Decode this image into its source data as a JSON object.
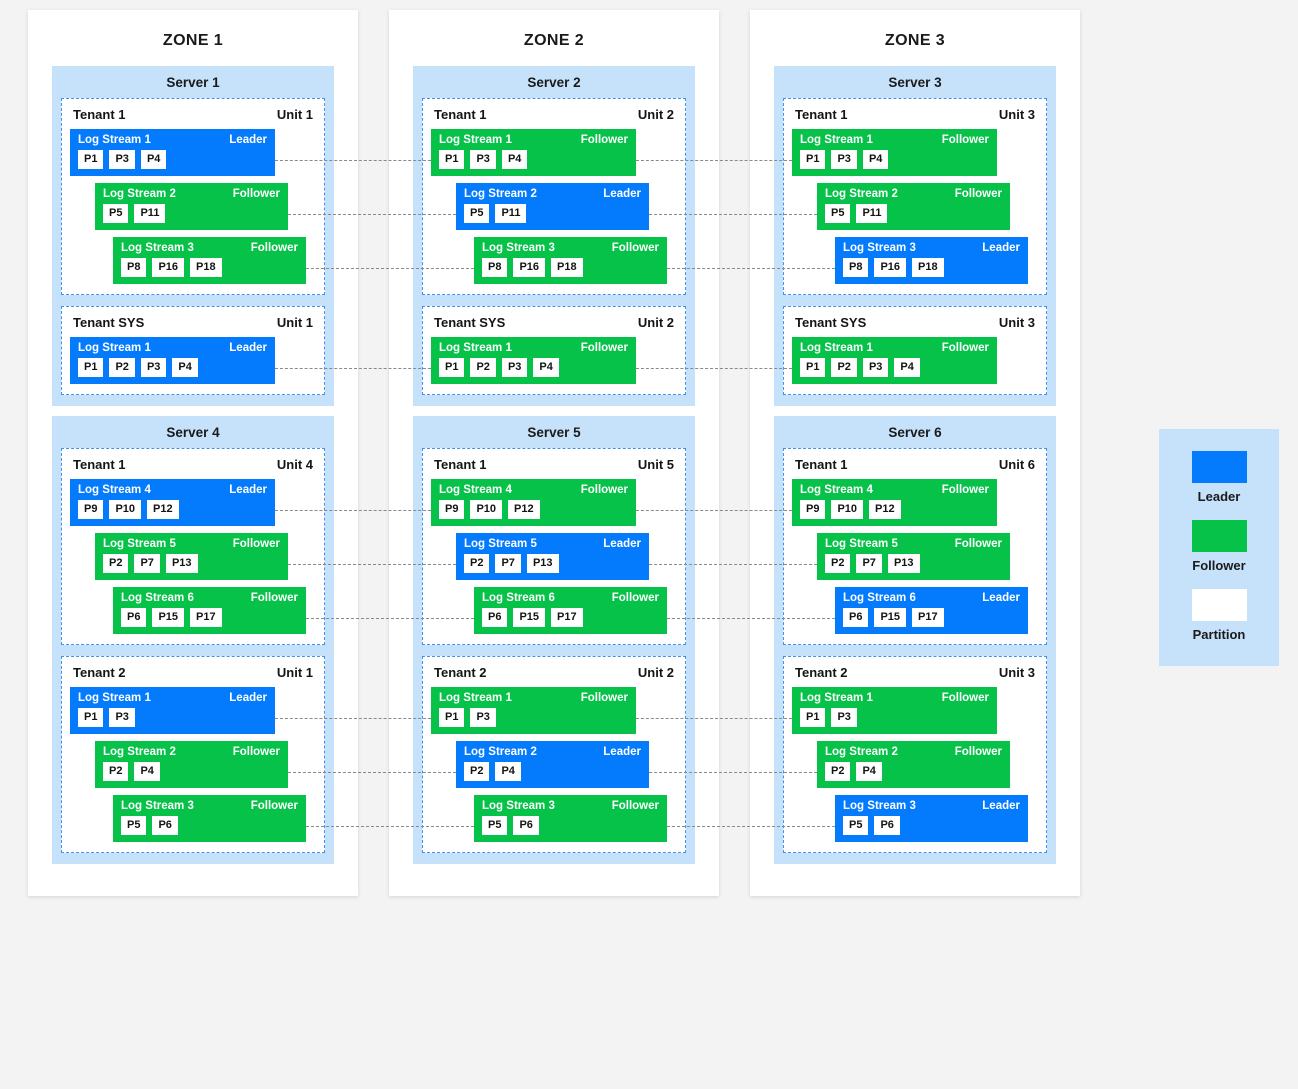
{
  "colors": {
    "leader": "#047bfc",
    "follower": "#07c249",
    "partition": "#ffffff",
    "server_panel": "#c6e2fb",
    "tenant_border": "#3f92f0",
    "link": "#8a8a8a",
    "page_bg": "#f3f3f3"
  },
  "legend": {
    "items": [
      {
        "label": "Leader",
        "swatch": "leader-swatch"
      },
      {
        "label": "Follower",
        "swatch": "follower-swatch"
      },
      {
        "label": "Partition",
        "swatch": "partition-swatch"
      }
    ]
  },
  "zones": [
    {
      "title": "ZONE 1",
      "servers": [
        {
          "title": "Server 1",
          "tenants": [
            {
              "name": "Tenant 1",
              "unit": "Unit 1",
              "streams": [
                {
                  "name": "Log Stream 1",
                  "role": "Leader",
                  "partitions": [
                    "P1",
                    "P3",
                    "P4"
                  ]
                },
                {
                  "name": "Log Stream 2",
                  "role": "Follower",
                  "partitions": [
                    "P5",
                    "P11"
                  ]
                },
                {
                  "name": "Log Stream 3",
                  "role": "Follower",
                  "partitions": [
                    "P8",
                    "P16",
                    "P18"
                  ]
                }
              ]
            },
            {
              "name": "Tenant SYS",
              "unit": "Unit 1",
              "streams": [
                {
                  "name": "Log Stream 1",
                  "role": "Leader",
                  "partitions": [
                    "P1",
                    "P2",
                    "P3",
                    "P4"
                  ]
                }
              ]
            }
          ]
        },
        {
          "title": "Server 4",
          "tenants": [
            {
              "name": "Tenant 1",
              "unit": "Unit 4",
              "streams": [
                {
                  "name": "Log Stream 4",
                  "role": "Leader",
                  "partitions": [
                    "P9",
                    "P10",
                    "P12"
                  ]
                },
                {
                  "name": "Log Stream 5",
                  "role": "Follower",
                  "partitions": [
                    "P2",
                    "P7",
                    "P13"
                  ]
                },
                {
                  "name": "Log Stream 6",
                  "role": "Follower",
                  "partitions": [
                    "P6",
                    "P15",
                    "P17"
                  ]
                }
              ]
            },
            {
              "name": "Tenant 2",
              "unit": "Unit 1",
              "streams": [
                {
                  "name": "Log Stream 1",
                  "role": "Leader",
                  "partitions": [
                    "P1",
                    "P3"
                  ]
                },
                {
                  "name": "Log Stream 2",
                  "role": "Follower",
                  "partitions": [
                    "P2",
                    "P4"
                  ]
                },
                {
                  "name": "Log Stream 3",
                  "role": "Follower",
                  "partitions": [
                    "P5",
                    "P6"
                  ]
                }
              ]
            }
          ]
        }
      ]
    },
    {
      "title": "ZONE 2",
      "servers": [
        {
          "title": "Server 2",
          "tenants": [
            {
              "name": "Tenant 1",
              "unit": "Unit 2",
              "streams": [
                {
                  "name": "Log Stream 1",
                  "role": "Follower",
                  "partitions": [
                    "P1",
                    "P3",
                    "P4"
                  ]
                },
                {
                  "name": "Log Stream 2",
                  "role": "Leader",
                  "partitions": [
                    "P5",
                    "P11"
                  ]
                },
                {
                  "name": "Log Stream 3",
                  "role": "Follower",
                  "partitions": [
                    "P8",
                    "P16",
                    "P18"
                  ]
                }
              ]
            },
            {
              "name": "Tenant SYS",
              "unit": "Unit 2",
              "streams": [
                {
                  "name": "Log Stream 1",
                  "role": "Follower",
                  "partitions": [
                    "P1",
                    "P2",
                    "P3",
                    "P4"
                  ]
                }
              ]
            }
          ]
        },
        {
          "title": "Server 5",
          "tenants": [
            {
              "name": "Tenant 1",
              "unit": "Unit 5",
              "streams": [
                {
                  "name": "Log Stream 4",
                  "role": "Follower",
                  "partitions": [
                    "P9",
                    "P10",
                    "P12"
                  ]
                },
                {
                  "name": "Log Stream 5",
                  "role": "Leader",
                  "partitions": [
                    "P2",
                    "P7",
                    "P13"
                  ]
                },
                {
                  "name": "Log Stream 6",
                  "role": "Follower",
                  "partitions": [
                    "P6",
                    "P15",
                    "P17"
                  ]
                }
              ]
            },
            {
              "name": "Tenant 2",
              "unit": "Unit 2",
              "streams": [
                {
                  "name": "Log Stream 1",
                  "role": "Follower",
                  "partitions": [
                    "P1",
                    "P3"
                  ]
                },
                {
                  "name": "Log Stream 2",
                  "role": "Leader",
                  "partitions": [
                    "P2",
                    "P4"
                  ]
                },
                {
                  "name": "Log Stream 3",
                  "role": "Follower",
                  "partitions": [
                    "P5",
                    "P6"
                  ]
                }
              ]
            }
          ]
        }
      ]
    },
    {
      "title": "ZONE 3",
      "servers": [
        {
          "title": "Server 3",
          "tenants": [
            {
              "name": "Tenant 1",
              "unit": "Unit 3",
              "streams": [
                {
                  "name": "Log Stream 1",
                  "role": "Follower",
                  "partitions": [
                    "P1",
                    "P3",
                    "P4"
                  ]
                },
                {
                  "name": "Log Stream 2",
                  "role": "Follower",
                  "partitions": [
                    "P5",
                    "P11"
                  ]
                },
                {
                  "name": "Log Stream 3",
                  "role": "Leader",
                  "partitions": [
                    "P8",
                    "P16",
                    "P18"
                  ]
                }
              ]
            },
            {
              "name": "Tenant SYS",
              "unit": "Unit 3",
              "streams": [
                {
                  "name": "Log Stream 1",
                  "role": "Follower",
                  "partitions": [
                    "P1",
                    "P2",
                    "P3",
                    "P4"
                  ]
                }
              ]
            }
          ]
        },
        {
          "title": "Server 6",
          "tenants": [
            {
              "name": "Tenant 1",
              "unit": "Unit 6",
              "streams": [
                {
                  "name": "Log Stream 4",
                  "role": "Follower",
                  "partitions": [
                    "P9",
                    "P10",
                    "P12"
                  ]
                },
                {
                  "name": "Log Stream 5",
                  "role": "Follower",
                  "partitions": [
                    "P2",
                    "P7",
                    "P13"
                  ]
                },
                {
                  "name": "Log Stream 6",
                  "role": "Leader",
                  "partitions": [
                    "P6",
                    "P15",
                    "P17"
                  ]
                }
              ]
            },
            {
              "name": "Tenant 2",
              "unit": "Unit 3",
              "streams": [
                {
                  "name": "Log Stream 1",
                  "role": "Follower",
                  "partitions": [
                    "P1",
                    "P3"
                  ]
                },
                {
                  "name": "Log Stream 2",
                  "role": "Follower",
                  "partitions": [
                    "P2",
                    "P4"
                  ]
                },
                {
                  "name": "Log Stream 3",
                  "role": "Leader",
                  "partitions": [
                    "P5",
                    "P6"
                  ]
                }
              ]
            }
          ]
        }
      ]
    }
  ]
}
